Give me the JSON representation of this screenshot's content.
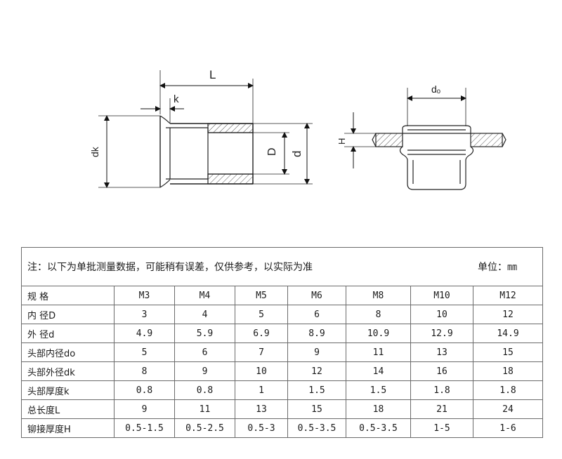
{
  "drawing": {
    "labels": {
      "L": "L",
      "k": "k",
      "dk": "dk",
      "D": "D",
      "d": "d",
      "do": "dₒ",
      "H": "H"
    }
  },
  "table": {
    "note": "注：以下为单批测量数据，可能稍有误差，仅供参考，以实际为准",
    "unit": "单位：㎜",
    "header": {
      "label": "规 格",
      "sizes": [
        "M3",
        "M4",
        "M5",
        "M6",
        "M8",
        "M10",
        "M12"
      ]
    },
    "rows": [
      {
        "label": "内 径D",
        "values": [
          "3",
          "4",
          "5",
          "6",
          "8",
          "10",
          "12"
        ]
      },
      {
        "label": "外 径d",
        "values": [
          "4.9",
          "5.9",
          "6.9",
          "8.9",
          "10.9",
          "12.9",
          "14.9"
        ]
      },
      {
        "label": "头部内径do",
        "values": [
          "5",
          "6",
          "7",
          "9",
          "11",
          "13",
          "15"
        ]
      },
      {
        "label": "头部外径dk",
        "values": [
          "8",
          "9",
          "10",
          "12",
          "14",
          "16",
          "18"
        ]
      },
      {
        "label": "头部厚度k",
        "values": [
          "0.8",
          "0.8",
          "1",
          "1.5",
          "1.5",
          "1.8",
          "1.8"
        ]
      },
      {
        "label": "总长度L",
        "values": [
          "9",
          "11",
          "13",
          "15",
          "18",
          "21",
          "24"
        ]
      },
      {
        "label": "铆接厚度H",
        "values": [
          "0.5-1.5",
          "0.5-2.5",
          "0.5-3",
          "0.5-3.5",
          "0.5-3.5",
          "1-5",
          "1-6"
        ]
      }
    ]
  }
}
